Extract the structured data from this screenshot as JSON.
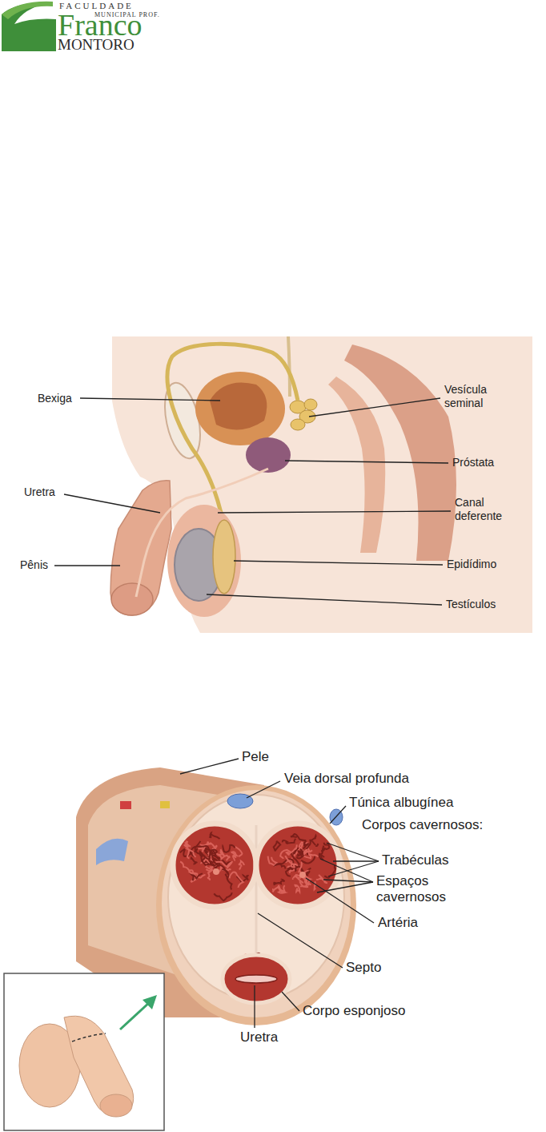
{
  "diagram": {
    "labels": [
      "FACULDADE",
      "MUNICIPAL PROF.",
      "Franco",
      "MONTORO",
      "Bexiga",
      "Vesícula seminal",
      "Próstata",
      "Uretra",
      "Canal deferente",
      "Pênis",
      "Epidídimo",
      "Testículos",
      "Pele",
      "Veia dorsal profunda",
      "Túnica albugínea",
      "Corpos cavernosos:",
      "Trabéculas",
      "Espaços cavernosos",
      "Artéria",
      "Septo",
      "Corpo esponjoso",
      "Uretra"
    ]
  }
}
